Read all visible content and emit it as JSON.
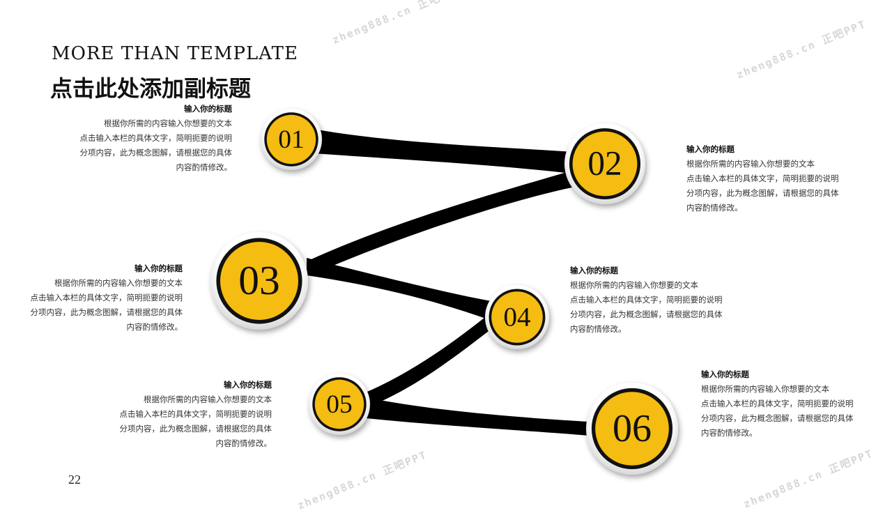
{
  "header": {
    "title": "MORE THAN TEMPLATE",
    "subtitle": "点击此处添加副标题"
  },
  "page_number": "22",
  "watermark": "zheng888.cn 正吧PPT",
  "colors": {
    "accent": "#F5BC12",
    "connector": "#000000"
  },
  "steps": [
    {
      "num": "01",
      "heading": "输入你的标题",
      "lines": [
        "根据你所需的内容输入你想要的文本",
        "点击输入本栏的具体文字，简明扼要的说明",
        "分项内容，此为概念图解，请根据您的具体",
        "内容酌情修改。"
      ]
    },
    {
      "num": "02",
      "heading": "输入你的标题",
      "lines": [
        "根据你所需的内容输入你想要的文本",
        "点击输入本栏的具体文字，简明扼要的说明",
        "分项内容，此为概念图解，请根据您的具体",
        "内容酌情修改。"
      ]
    },
    {
      "num": "03",
      "heading": "输入你的标题",
      "lines": [
        "根据你所需的内容输入你想要的文本",
        "点击输入本栏的具体文字，简明扼要的说明",
        "分项内容，此为概念图解，请根据您的具体",
        "内容酌情修改。"
      ]
    },
    {
      "num": "04",
      "heading": "输入你的标题",
      "lines": [
        "根据你所需的内容输入你想要的文本",
        "点击输入本栏的具体文字，简明扼要的说明",
        "分项内容，此为概念图解，请根据您的具体",
        "内容酌情修改。"
      ]
    },
    {
      "num": "05",
      "heading": "输入你的标题",
      "lines": [
        "根据你所需的内容输入你想要的文本",
        "点击输入本栏的具体文字，简明扼要的说明",
        "分项内容，此为概念图解，请根据您的具体",
        "内容酌情修改。"
      ]
    },
    {
      "num": "06",
      "heading": "输入你的标题",
      "lines": [
        "根据你所需的内容输入你想要的文本",
        "点击输入本栏的具体文字，简明扼要的说明",
        "分项内容，此为概念图解，请根据您的具体",
        "内容酌情修改。"
      ]
    }
  ]
}
